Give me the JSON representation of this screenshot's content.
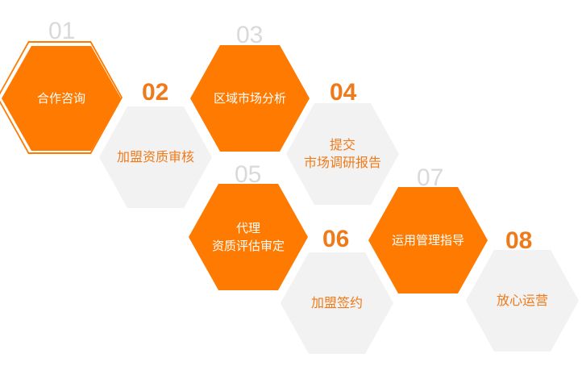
{
  "colors": {
    "accent": "#ff7a00",
    "step_grey": "#f2f2f2",
    "number_grey": "#d9d9d9"
  },
  "steps": [
    {
      "number": "01",
      "label": "合作咨询",
      "style": "orange"
    },
    {
      "number": "02",
      "label": "加盟资质审核",
      "style": "grey"
    },
    {
      "number": "03",
      "label": "区域市场分析",
      "style": "orange"
    },
    {
      "number": "04",
      "label_lines": [
        "提交",
        "市场调研报告"
      ],
      "style": "grey"
    },
    {
      "number": "05",
      "label_lines": [
        "代理",
        "资质评估审定"
      ],
      "style": "orange"
    },
    {
      "number": "06",
      "label": "加盟签约",
      "style": "grey"
    },
    {
      "number": "07",
      "label": "运用管理指导",
      "style": "orange"
    },
    {
      "number": "08",
      "label": "放心运营",
      "style": "grey"
    }
  ]
}
